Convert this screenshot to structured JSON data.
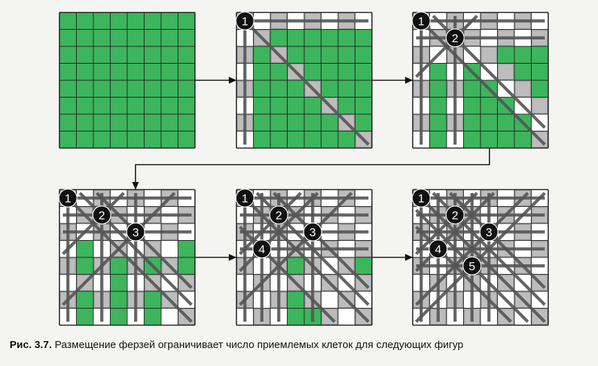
{
  "caption": {
    "label": "Рис. 3.7.",
    "text": " Размещение ферзей ограничивает число приемлемых клеток для следующих фигур"
  },
  "colors": {
    "green": "#3cb55c",
    "gray": "#a3a3a3",
    "white": "#ffffff",
    "grid": "#222222",
    "line": "#555555",
    "marker": "#111111",
    "background": "#f4f4f1"
  },
  "board_size": 8,
  "boards": [
    {
      "rows": [
        "GGGGGGGG",
        "GGGGGGGG",
        "GGGGGGGG",
        "GGGGGGGG",
        "GGGGGGGG",
        "GGGGGGGG",
        "GGGGGGGG",
        "GGGGGGGG"
      ],
      "queens": []
    },
    {
      "rows": [
        "XXXXXXXX",
        "XXGGGGGG",
        "XGXGGGGG",
        "XGGXGGGG",
        "XGGGXGGG",
        "XGGGGXGG",
        "XGGGGGXG",
        "XGGGGGGX"
      ],
      "queens": [
        {
          "label": "1",
          "row": 0,
          "col": 0
        }
      ]
    },
    {
      "rows": [
        "XXXXXXXX",
        "XXXXXXXX",
        "XXXXXGGG",
        "XGXGXXGG",
        "XGXGGXXG",
        "XGXGGGXX",
        "XGXGGGGX",
        "XGXGGGGX"
      ],
      "queens": [
        {
          "label": "1",
          "row": 0,
          "col": 0
        },
        {
          "label": "2",
          "row": 1,
          "col": 2
        }
      ]
    },
    {
      "rows": [
        "XXXXXXXX",
        "XXXXXXXX",
        "XXXXXXXX",
        "XGXXXXXG",
        "XGXGXGXG",
        "XXXGXXXX",
        "XGXGXGXX",
        "XGXGXGXX"
      ],
      "queens": [
        {
          "label": "1",
          "row": 0,
          "col": 0
        },
        {
          "label": "2",
          "row": 1,
          "col": 2
        },
        {
          "label": "3",
          "row": 2,
          "col": 4
        }
      ]
    },
    {
      "rows": [
        "XXXXXXXX",
        "XXXXXXXX",
        "XXXXXXXX",
        "XXXXXXXX",
        "XXXGXXXG",
        "XXXXXXXX",
        "XXXGXXXX",
        "XXXGGXXX"
      ],
      "queens": [
        {
          "label": "1",
          "row": 0,
          "col": 0
        },
        {
          "label": "2",
          "row": 1,
          "col": 2
        },
        {
          "label": "3",
          "row": 2,
          "col": 4
        },
        {
          "label": "4",
          "row": 3,
          "col": 1
        }
      ]
    },
    {
      "rows": [
        "XXXXXXXX",
        "XXXXXXXX",
        "XXXXXXXX",
        "XXXXXXXX",
        "XXXXXXXX",
        "XXXXXXXX",
        "XXXXXXXX",
        "XXXXXXXX"
      ],
      "queens": [
        {
          "label": "1",
          "row": 0,
          "col": 0
        },
        {
          "label": "2",
          "row": 1,
          "col": 2
        },
        {
          "label": "3",
          "row": 2,
          "col": 4
        },
        {
          "label": "4",
          "row": 3,
          "col": 1
        },
        {
          "label": "5",
          "row": 4,
          "col": 3
        }
      ]
    }
  ]
}
